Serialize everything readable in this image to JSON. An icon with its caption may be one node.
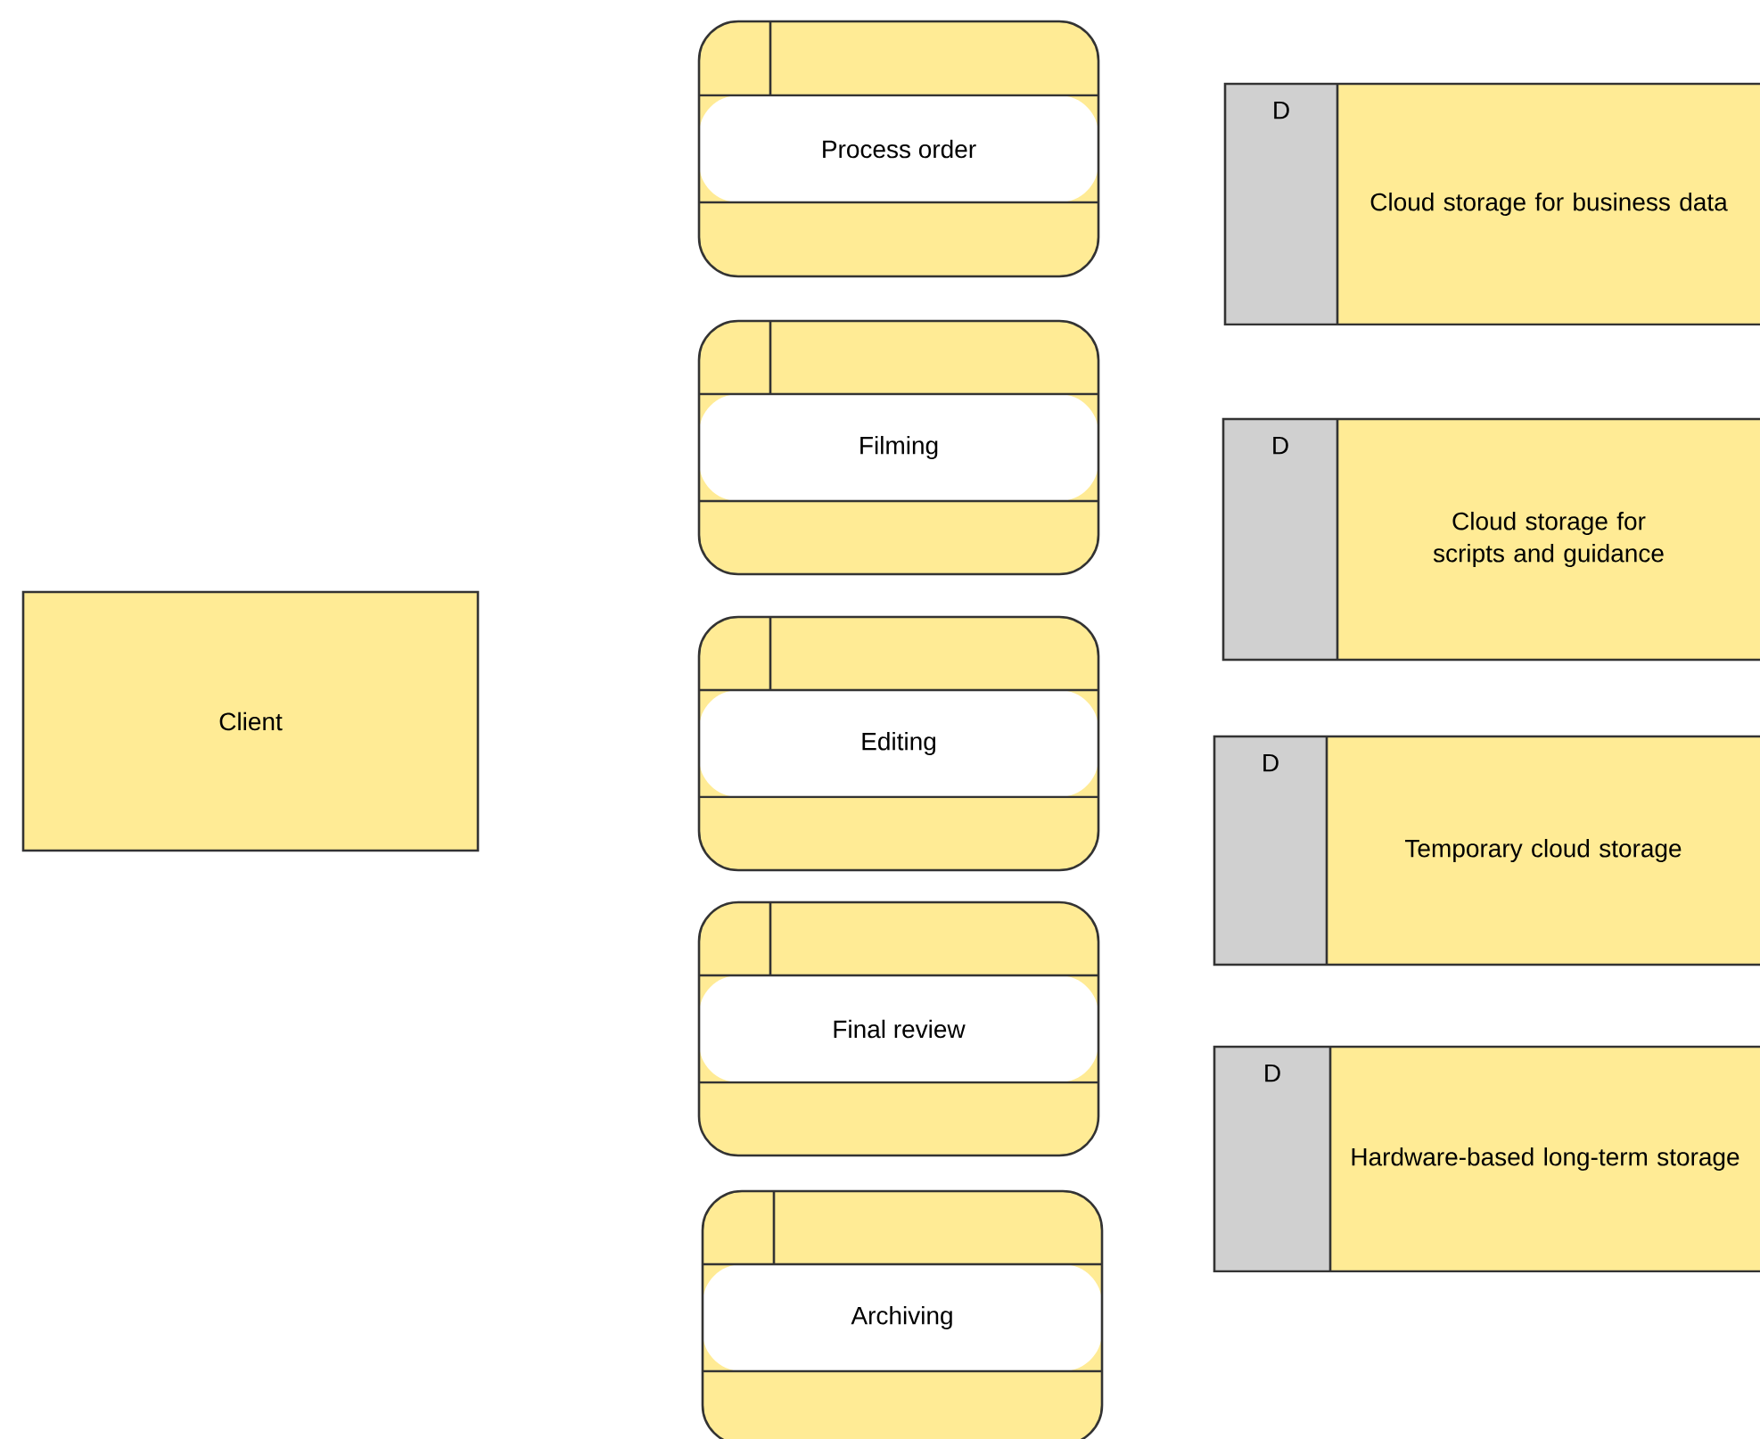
{
  "diagram": {
    "nodes": [
      {
        "text": [
          "Client"
        ]
      },
      {
        "text": [
          "Process order"
        ]
      },
      {
        "text": [
          "Filming"
        ]
      },
      {
        "text": [
          "Editing"
        ]
      },
      {
        "text": [
          "Final review"
        ]
      },
      {
        "text": [
          "Archiving"
        ]
      },
      {
        "text": [
          "D",
          "Cloud storage for business data"
        ]
      },
      {
        "text": [
          "D",
          "Cloud storage for scripts and guidance"
        ]
      },
      {
        "text": [
          "D",
          "Temporary cloud storage"
        ]
      },
      {
        "text": [
          "D",
          "Hardware-based long-term storage"
        ]
      }
    ],
    "edges": []
  }
}
